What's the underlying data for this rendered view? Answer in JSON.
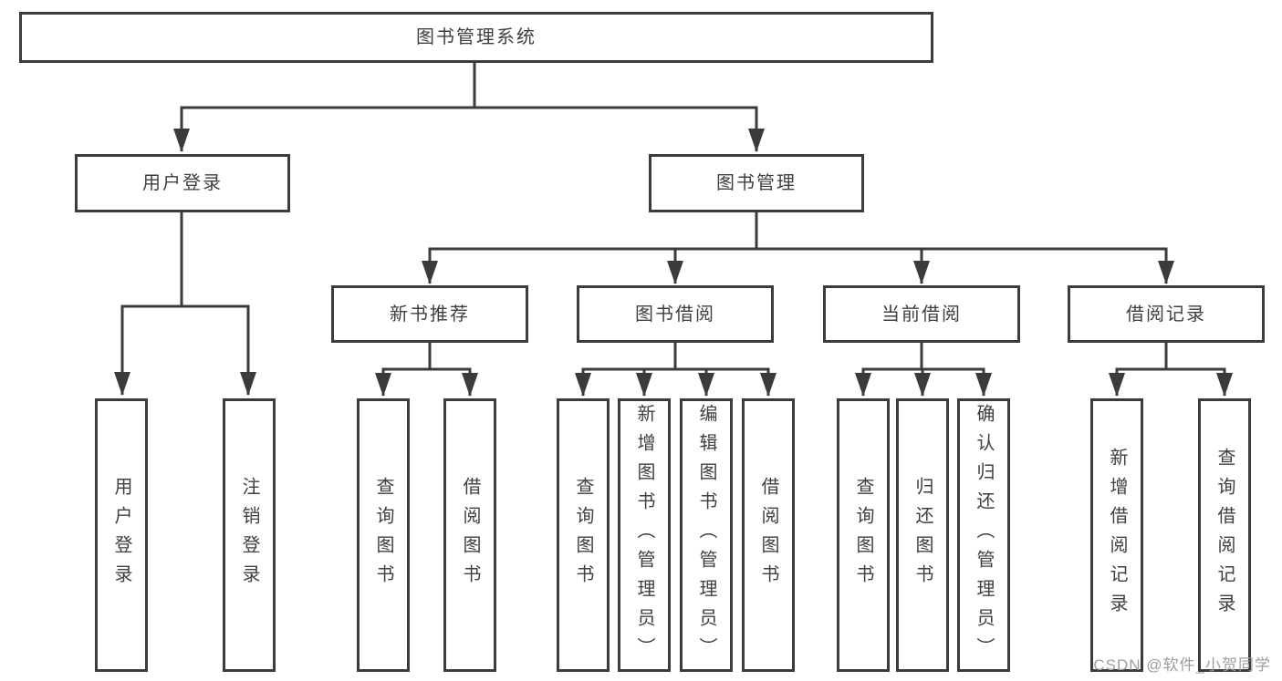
{
  "diagram": {
    "root": {
      "label": "图书管理系统"
    },
    "branches": [
      {
        "label": "用户登录",
        "children": [
          {
            "label": "用户登录"
          },
          {
            "label": "注销登录"
          }
        ]
      },
      {
        "label": "图书管理",
        "children": [
          {
            "label": "新书推荐",
            "children": [
              {
                "label": "查询图书"
              },
              {
                "label": "借阅图书"
              }
            ]
          },
          {
            "label": "图书借阅",
            "children": [
              {
                "label": "查询图书"
              },
              {
                "label": "新增图书（管理员）"
              },
              {
                "label": "编辑图书（管理员）"
              },
              {
                "label": "借阅图书"
              }
            ]
          },
          {
            "label": "当前借阅",
            "children": [
              {
                "label": "查询图书"
              },
              {
                "label": "归还图书"
              },
              {
                "label": "确认归还（管理员）"
              }
            ]
          },
          {
            "label": "借阅记录",
            "children": [
              {
                "label": "新增借阅记录"
              },
              {
                "label": "查询借阅记录"
              }
            ]
          }
        ]
      }
    ]
  },
  "watermark": {
    "text": "CSDN @软件_小贺同学"
  },
  "colors": {
    "line": "#3b3b3b",
    "text": "#3f3f3f",
    "watermark": "#9e9e9e",
    "background": "#ffffff"
  }
}
